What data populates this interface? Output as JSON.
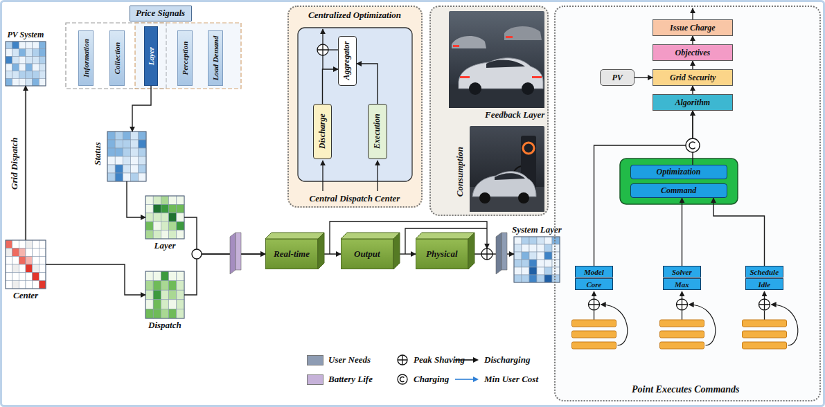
{
  "diagram": {
    "nodes": [
      {
        "text": [
          "Price Signals"
        ]
      },
      {
        "text": [
          "PV System"
        ]
      },
      {
        "text": [
          "Information"
        ]
      },
      {
        "text": [
          "Collection"
        ]
      },
      {
        "text": [
          "Layer"
        ]
      },
      {
        "text": [
          "Perception"
        ]
      },
      {
        "text": [
          "Load Demand"
        ]
      },
      {
        "text": [
          "Status"
        ]
      },
      {
        "text": [
          "Center"
        ]
      },
      {
        "text": [
          "Layer"
        ]
      },
      {
        "text": [
          "Dispatch"
        ]
      },
      {
        "text": [
          "Real-time"
        ]
      },
      {
        "text": [
          "Output"
        ]
      },
      {
        "text": [
          "Physical"
        ]
      },
      {
        "text": [
          "System Layer"
        ]
      },
      {
        "text": [
          "Centralized Optimization",
          "Central Dispatch Center"
        ]
      },
      {
        "text": [
          "Discharge"
        ],
        "in": 15
      },
      {
        "text": [
          "Aggregator"
        ],
        "in": 15
      },
      {
        "text": [
          "Execution"
        ],
        "in": 15
      },
      {
        "text": [
          "Feedback Layer",
          "Consumption"
        ]
      },
      {
        "text": [
          "Point Executes Commands"
        ]
      },
      {
        "text": [
          "Issue Charge"
        ],
        "in": 20
      },
      {
        "text": [
          "Objectives"
        ],
        "in": 20
      },
      {
        "text": [
          "PV"
        ],
        "in": 20
      },
      {
        "text": [
          "Grid Security"
        ],
        "in": 20
      },
      {
        "text": [
          "Algorithm"
        ],
        "in": 20
      },
      {
        "text": [
          "Optimization"
        ],
        "in": 20
      },
      {
        "text": [
          "Command"
        ],
        "in": 20
      },
      {
        "text": [
          "Model"
        ],
        "in": 20
      },
      {
        "text": [
          "Core"
        ],
        "in": 20
      },
      {
        "text": [
          "Solver"
        ],
        "in": 20
      },
      {
        "text": [
          "Max"
        ],
        "in": 20
      },
      {
        "text": [
          "Schedule"
        ],
        "in": 20
      },
      {
        "text": [
          "Idle"
        ],
        "in": 20
      }
    ],
    "edges": [
      {
        "from": 8,
        "to": 1,
        "arrow": "to",
        "label": "Grid Dispatch"
      },
      {
        "from": 4,
        "to": 7,
        "arrow": "to"
      },
      {
        "from": 7,
        "to": 9,
        "arrow": "to"
      },
      {
        "from": 8,
        "to": 10,
        "arrow": "to"
      },
      {
        "from": 9,
        "to": 11,
        "arrow": "to"
      },
      {
        "from": 10,
        "to": 11,
        "arrow": "to"
      },
      {
        "from": 11,
        "to": 12,
        "arrow": "to"
      },
      {
        "from": 12,
        "to": 13,
        "arrow": "to"
      },
      {
        "from": 13,
        "to": 14,
        "arrow": "to"
      },
      {
        "from": 16,
        "to": 17,
        "arrow": "to"
      },
      {
        "from": 18,
        "to": 17,
        "arrow": "to"
      },
      {
        "from": 28,
        "to": 25,
        "arrow": "to"
      },
      {
        "from": 30,
        "to": 27,
        "arrow": "to"
      },
      {
        "from": 32,
        "to": 27,
        "arrow": "to"
      },
      {
        "from": 26,
        "to": 25,
        "arrow": "to"
      },
      {
        "from": 25,
        "to": 24,
        "arrow": "to"
      },
      {
        "from": 24,
        "to": 22,
        "arrow": "to"
      },
      {
        "from": 22,
        "to": 21,
        "arrow": "to"
      },
      {
        "from": 23,
        "to": 24,
        "arrow": "to"
      }
    ],
    "legend": [
      {
        "text": "User Needs",
        "color": "#8e9cb3"
      },
      {
        "text": "Peak Shaving"
      },
      {
        "text": "Discharging"
      },
      {
        "text": "Battery Life",
        "color": "#c6b2d9"
      },
      {
        "text": "Charging"
      },
      {
        "text": "Min User Cost"
      }
    ]
  }
}
